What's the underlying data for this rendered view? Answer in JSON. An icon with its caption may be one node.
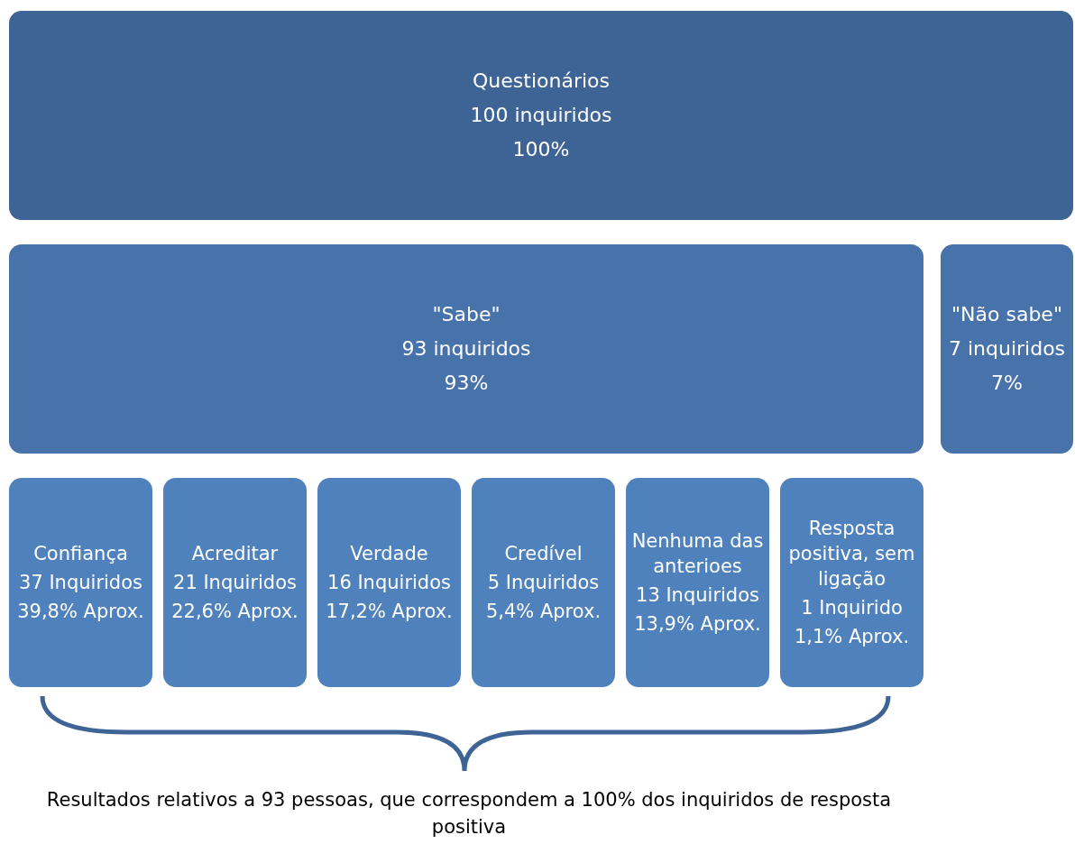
{
  "diagram": {
    "caption": "Resultados relativos a 93 pessoas, que correspondem a 100% dos inquiridos de resposta positiva",
    "nodes": [
      {
        "text": [
          "Questionários",
          "100 inquiridos",
          "100%"
        ]
      },
      {
        "text": [
          "\"Sabe\"",
          "93 inquiridos",
          "93%"
        ]
      },
      {
        "text": [
          "\"Não sabe\"",
          "7 inquiridos",
          "7%"
        ]
      },
      {
        "text": [
          "Confiança",
          "37 Inquiridos",
          "39,8% Aprox."
        ]
      },
      {
        "text": [
          "Acreditar",
          "21 Inquiridos",
          "22,6% Aprox."
        ]
      },
      {
        "text": [
          "Verdade",
          "16 Inquiridos",
          "17,2% Aprox."
        ]
      },
      {
        "text": [
          "Credível",
          "5 Inquiridos",
          "5,4% Aprox."
        ]
      },
      {
        "text": [
          "Nenhuma das anterioes",
          "13 Inquiridos",
          "13,9% Aprox."
        ]
      },
      {
        "text": [
          "Resposta positiva, sem ligação",
          "1 Inquirido",
          "1,1% Aprox."
        ]
      }
    ],
    "edges": []
  }
}
